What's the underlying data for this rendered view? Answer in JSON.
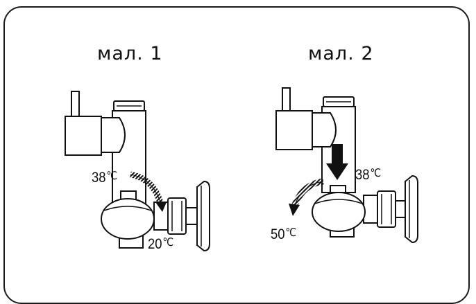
{
  "figures": [
    {
      "caption": "мал. 1",
      "temp_top": "38",
      "temp_bottom": "20",
      "unit": "℃"
    },
    {
      "caption": "мал. 2",
      "temp_top": "38",
      "temp_bottom": "50",
      "unit": "℃"
    }
  ],
  "colors": {
    "line": "#111111",
    "bg": "#ffffff"
  },
  "icons": [
    "faucet-valve-illustration",
    "rotation-arrow-icon",
    "push-down-arrow-icon"
  ]
}
